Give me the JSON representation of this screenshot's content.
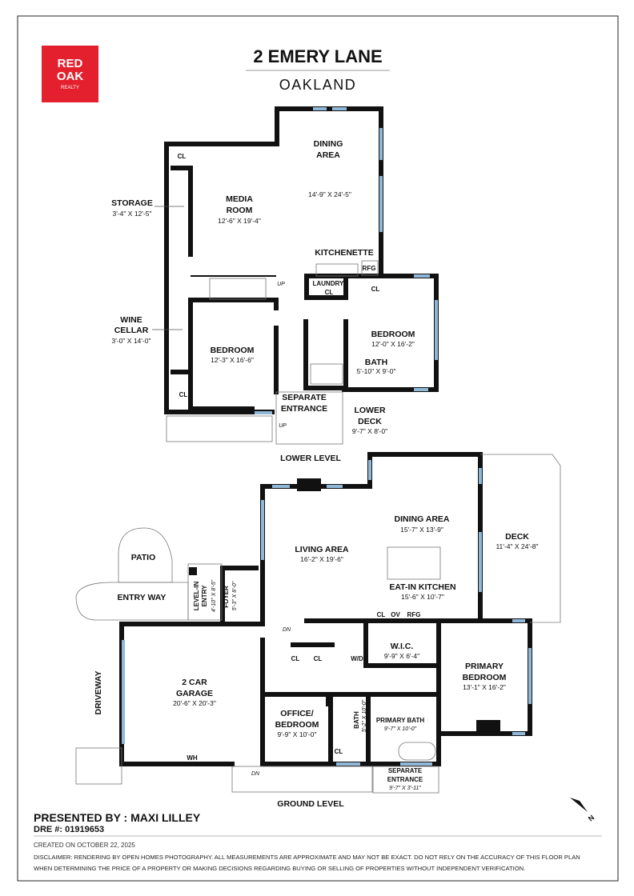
{
  "header": {
    "logo": {
      "line1": "RED",
      "line2": "OAK",
      "line3": "REALTY",
      "color": "#e5202e"
    },
    "title": "2 EMERY LANE",
    "city": "OAKLAND"
  },
  "lower_level": {
    "label": "LOWER LEVEL",
    "rooms": {
      "dining": {
        "name1": "DINING",
        "name2": "AREA",
        "dims": "14'-9\" X 24'-5\""
      },
      "media": {
        "name1": "MEDIA",
        "name2": "ROOM",
        "dims": "12'-6\" X 19'-4\""
      },
      "storage": {
        "name": "STORAGE",
        "dims": "3'-4\" X 12'-5\""
      },
      "wine": {
        "name1": "WINE",
        "name2": "CELLAR",
        "dims": "3'-0\" X 14'-0\""
      },
      "kitchenette": {
        "name": "KITCHENETTE"
      },
      "laundry": {
        "name1": "LAUNDRY/",
        "name2": "CL"
      },
      "bedroom1": {
        "name": "BEDROOM",
        "dims": "12'-3\" X 16'-6\""
      },
      "bedroom2": {
        "name": "BEDROOM",
        "dims": "12'-0\" X 16'-2\""
      },
      "bath": {
        "name": "BATH",
        "dims": "5'-10\" X 9'-0\""
      },
      "separate_entrance": {
        "name1": "SEPARATE",
        "name2": "ENTRANCE"
      },
      "lower_deck": {
        "name1": "LOWER",
        "name2": "DECK",
        "dims": "9'-7\" X 8'-0\""
      }
    },
    "tags": {
      "cl": "CL",
      "rfg": "RFG",
      "up": "UP"
    }
  },
  "ground_level": {
    "label": "GROUND LEVEL",
    "rooms": {
      "dining": {
        "name": "DINING AREA",
        "dims": "15'-7\" X 13'-9\""
      },
      "deck": {
        "name": "DECK",
        "dims": "11'-4\" X 24'-8\""
      },
      "living": {
        "name": "LIVING AREA",
        "dims": "16'-2\" X 19'-6\""
      },
      "kitchen": {
        "name": "EAT-IN KITCHEN",
        "dims": "15'-6\" X 10'-7\""
      },
      "patio": {
        "name": "PATIO"
      },
      "entry_way": {
        "name": "ENTRY WAY"
      },
      "level_in": {
        "name1": "LEVEL-IN",
        "name2": "ENTRY",
        "dims": "4'-10\" X 8'-5\""
      },
      "foyer": {
        "name": "FOYER",
        "dims": "5'-3\" X 8'-0\""
      },
      "garage": {
        "name1": "2 CAR",
        "name2": "GARAGE",
        "dims": "20'-6\" X 20'-3\""
      },
      "driveway": {
        "name": "DRIVEWAY"
      },
      "wic": {
        "name": "W.I.C.",
        "dims": "9'-9\" X 6'-4\""
      },
      "primary_bedroom": {
        "name1": "PRIMARY",
        "name2": "BEDROOM",
        "dims": "13'-1\" X 16'-2\""
      },
      "office": {
        "name1": "OFFICE/",
        "name2": "BEDROOM",
        "dims": "9'-9\" X 10'-0\""
      },
      "bath": {
        "name": "BATH",
        "dims": "5'-2\" X 10'-0\""
      },
      "primary_bath": {
        "name": "PRIMARY BATH",
        "dims": "9'-7\" X 10'-0\""
      },
      "separate_entrance": {
        "name1": "SEPARATE",
        "name2": "ENTRANCE",
        "dims": "9'-7\" X 3'-11\""
      }
    },
    "tags": {
      "cl": "CL",
      "ov": "OV",
      "rfg": "RFG",
      "wd": "W/D",
      "wh": "WH",
      "dn": "DN"
    }
  },
  "compass": {
    "label": "N"
  },
  "footer": {
    "presented_by": "PRESENTED BY : MAXI LILLEY",
    "dre": "DRE #: 01919653",
    "created": "CREATED ON OCTOBER 22, 2025",
    "disclaimer1": "DISCLAIMER: RENDERING BY OPEN HOMES PHOTOGRAPHY. ALL MEASUREMENTS ARE APPROXIMATE AND MAY NOT BE EXACT. DO NOT RELY ON THE ACCURACY OF THIS FLOOR PLAN",
    "disclaimer2": "WHEN DETERMINING THE PRICE OF A PROPERTY OR MAKING DECISIONS REGARDING BUYING OR SELLING OF PROPERTIES WITHOUT INDEPENDENT VERIFICATION."
  }
}
